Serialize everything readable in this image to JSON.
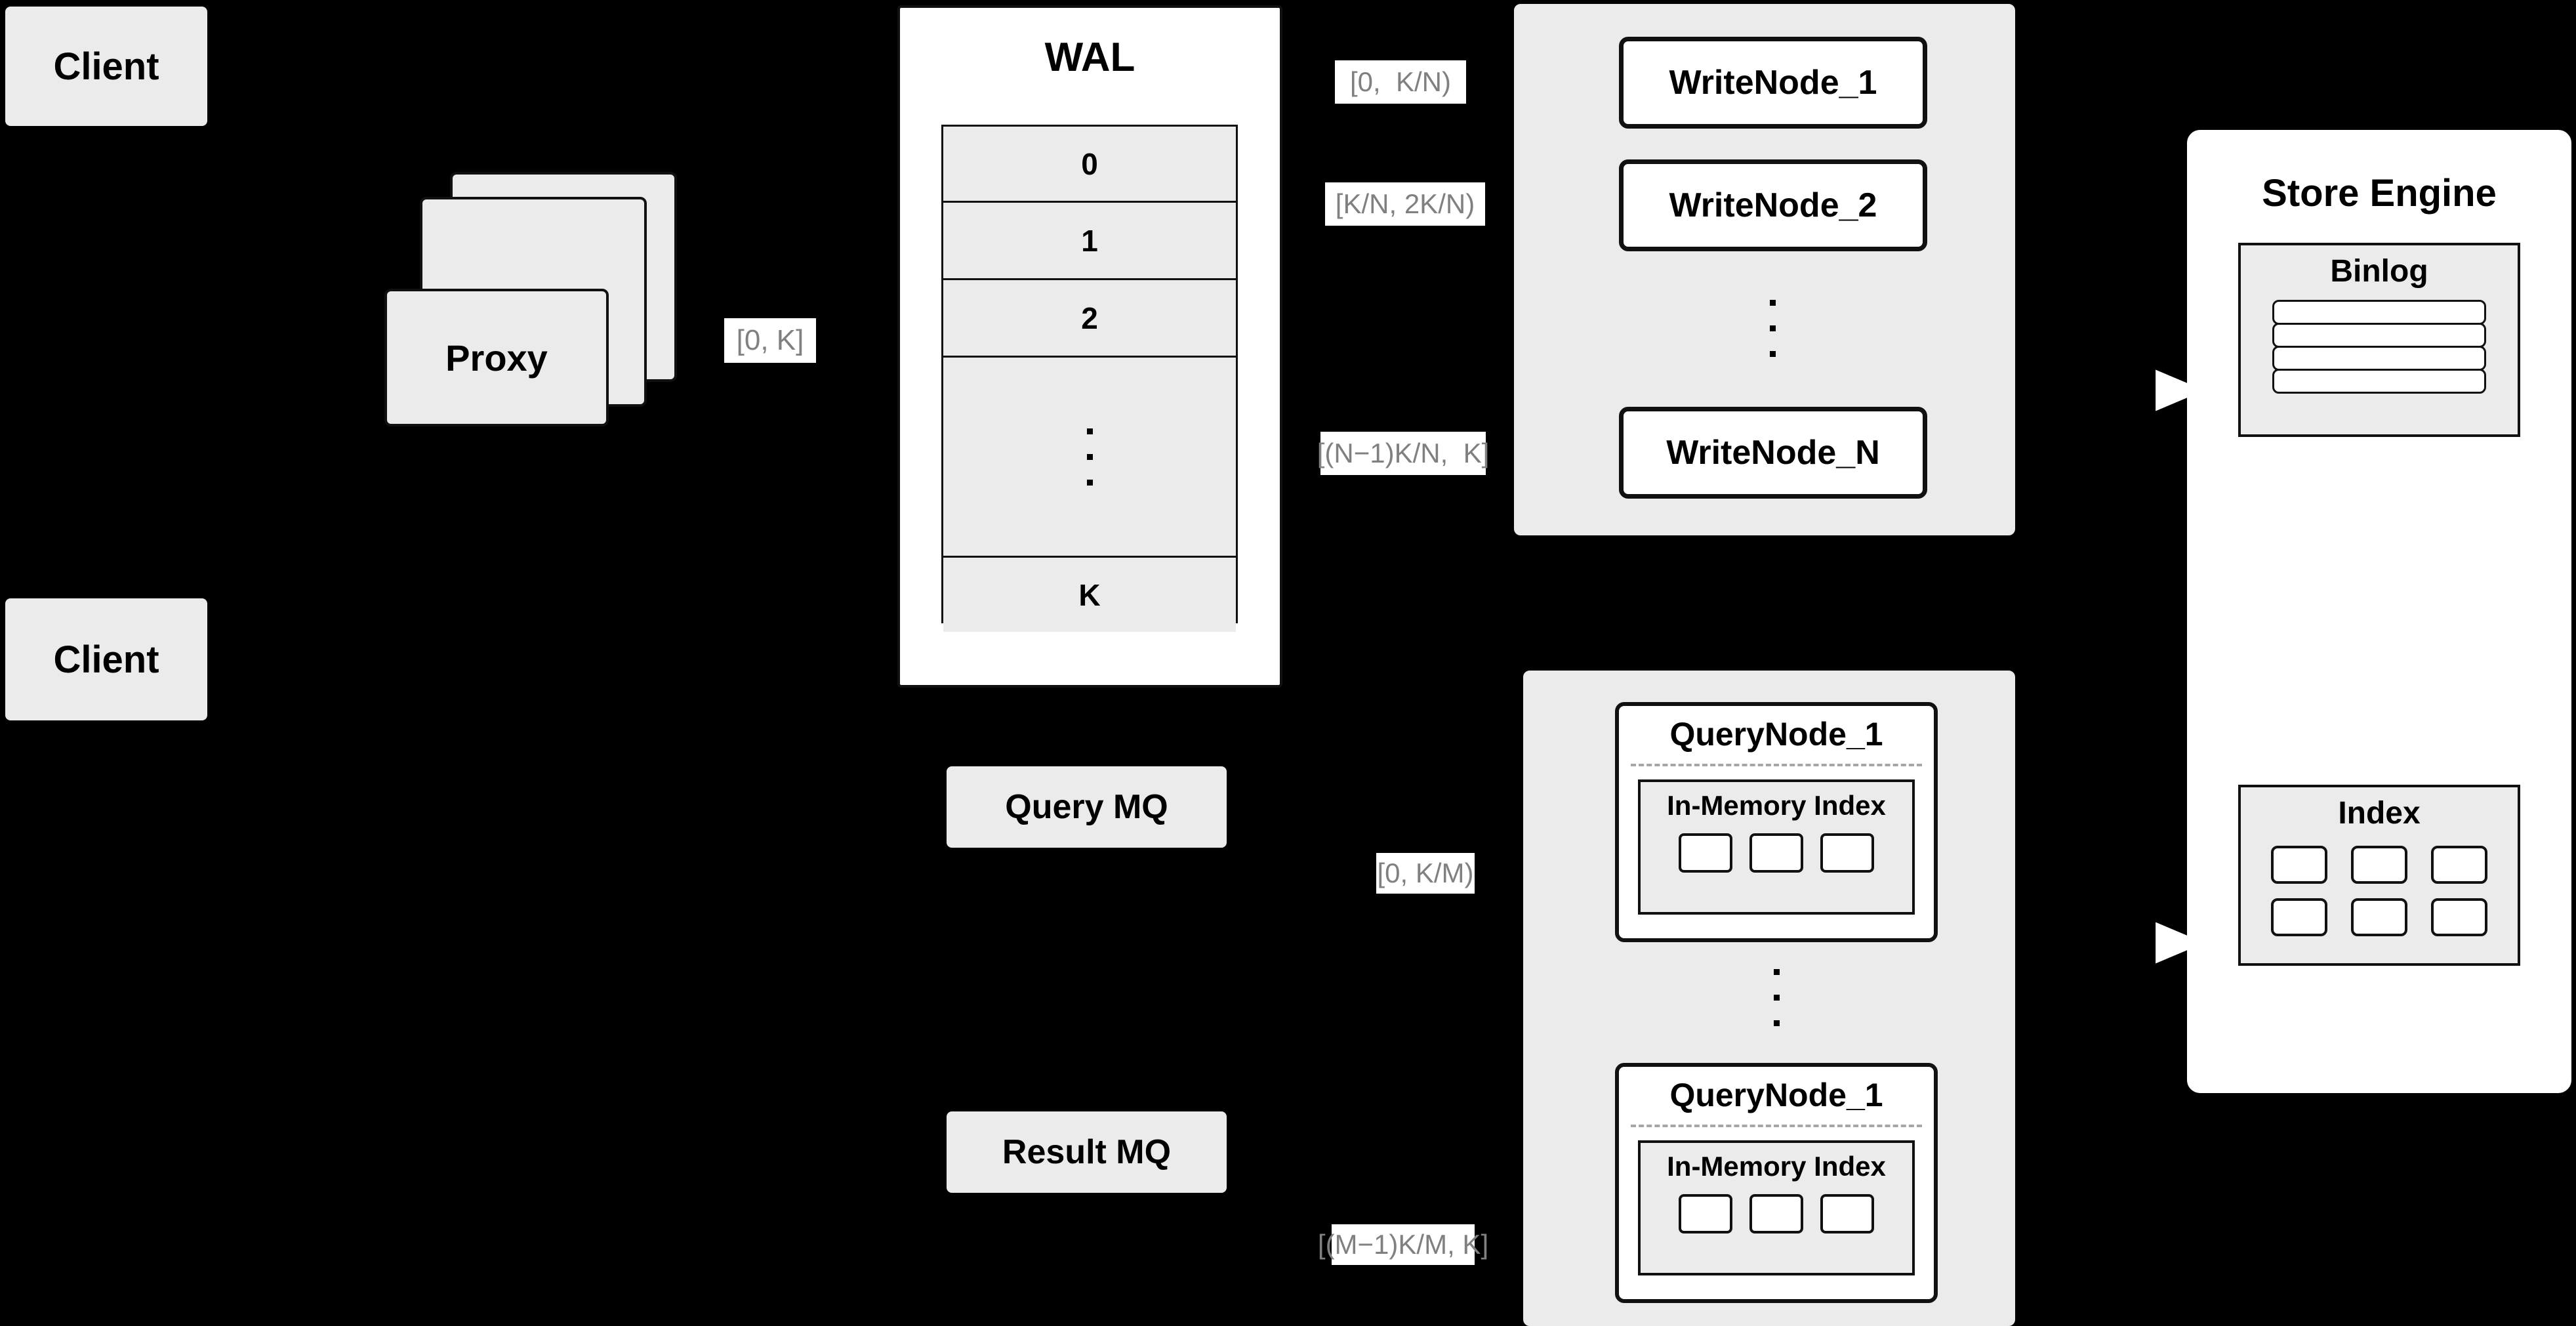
{
  "diagram": {
    "title": "Distributed Write/Query Architecture",
    "background_color": "#000000",
    "node_fill": "#ebebeb",
    "node_stroke": "#111111",
    "label_text_color": "#808080",
    "label_bg_color": "#ffffff"
  },
  "clients": [
    {
      "label": "Client"
    },
    {
      "label": "Client"
    }
  ],
  "proxy": {
    "label": "Proxy",
    "stack_count": 3,
    "out_range_label": "[0, K]"
  },
  "wal": {
    "title": "WAL",
    "rows": [
      "0",
      "1",
      "2",
      "···",
      "K"
    ],
    "dots_row_index": 3,
    "dots_count": 3
  },
  "write_cluster": {
    "nodes": [
      {
        "label": "WriteNode_1",
        "range_label": "[0,  K/N)"
      },
      {
        "label": "WriteNode_2",
        "range_label": "[K/N, 2K/N)"
      },
      {
        "label": "WriteNode_N",
        "range_label": "[(N−1)K/N,  K]"
      }
    ],
    "ellipsis_dots": 3
  },
  "query_cluster": {
    "nodes": [
      {
        "label": "QueryNode_1",
        "range_label": "[0, K/M)",
        "inner": {
          "title": "In-Memory Index",
          "cells": 3
        }
      },
      {
        "label": "QueryNode_1",
        "range_label": "[(M−1)K/M, K]",
        "inner": {
          "title": "In-Memory Index",
          "cells": 3
        }
      }
    ],
    "ellipsis_dots": 3
  },
  "message_queues": [
    {
      "label": "Query MQ"
    },
    {
      "label": "Result MQ"
    }
  ],
  "store_engine": {
    "title": "Store Engine",
    "binlog": {
      "title": "Binlog",
      "rows": 4
    },
    "index": {
      "title": "Index",
      "cells": 6,
      "columns": 3
    }
  }
}
